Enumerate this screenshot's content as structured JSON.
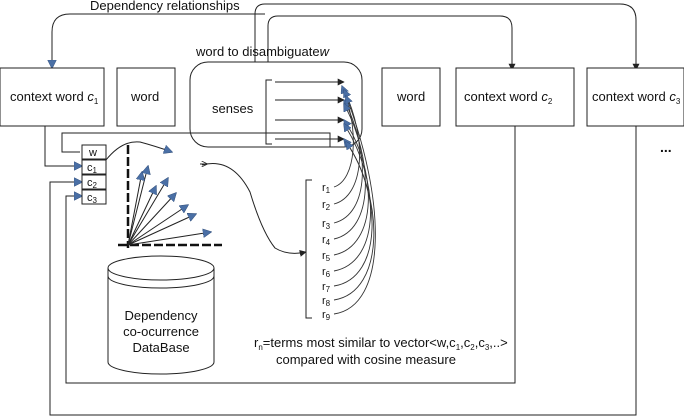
{
  "header": {
    "title": "Dependency relationships"
  },
  "target_word": {
    "label": "word to disambiguate",
    "var": "w"
  },
  "boxes": {
    "context_c1": {
      "text": "context word ",
      "sub": "c",
      "idx": "1"
    },
    "word_left": "word",
    "senses": "senses",
    "word_right": "word",
    "context_c2": {
      "text": "context word ",
      "sub": "c",
      "idx": "2"
    },
    "context_c3": {
      "text": "context word ",
      "sub": "c",
      "idx": "3"
    },
    "ellipsis": "..."
  },
  "vector": {
    "cells": [
      {
        "base": "w",
        "idx": ""
      },
      {
        "base": "c",
        "idx": "1"
      },
      {
        "base": "c",
        "idx": "2"
      },
      {
        "base": "c",
        "idx": "3"
      }
    ]
  },
  "database": {
    "lines": [
      "Dependency",
      "co-ocurrence",
      "DataBase"
    ]
  },
  "results": {
    "items": [
      {
        "base": "r",
        "idx": "1"
      },
      {
        "base": "r",
        "idx": "2"
      },
      {
        "base": "r",
        "idx": "3"
      },
      {
        "base": "r",
        "idx": "4"
      },
      {
        "base": "r",
        "idx": "5"
      },
      {
        "base": "r",
        "idx": "6"
      },
      {
        "base": "r",
        "idx": "7"
      },
      {
        "base": "r",
        "idx": "8"
      },
      {
        "base": "r",
        "idx": "9"
      }
    ]
  },
  "caption": {
    "rn_base": "r",
    "rn_sub": "n",
    "line1_a": "=terms most similar to vector<w,c",
    "line1_sub1": "1",
    "line1_b": ",c",
    "line1_sub2": "2",
    "line1_c": ",c",
    "line1_sub3": "3",
    "line1_d": ",..>",
    "line2": "compared with cosine measure"
  }
}
